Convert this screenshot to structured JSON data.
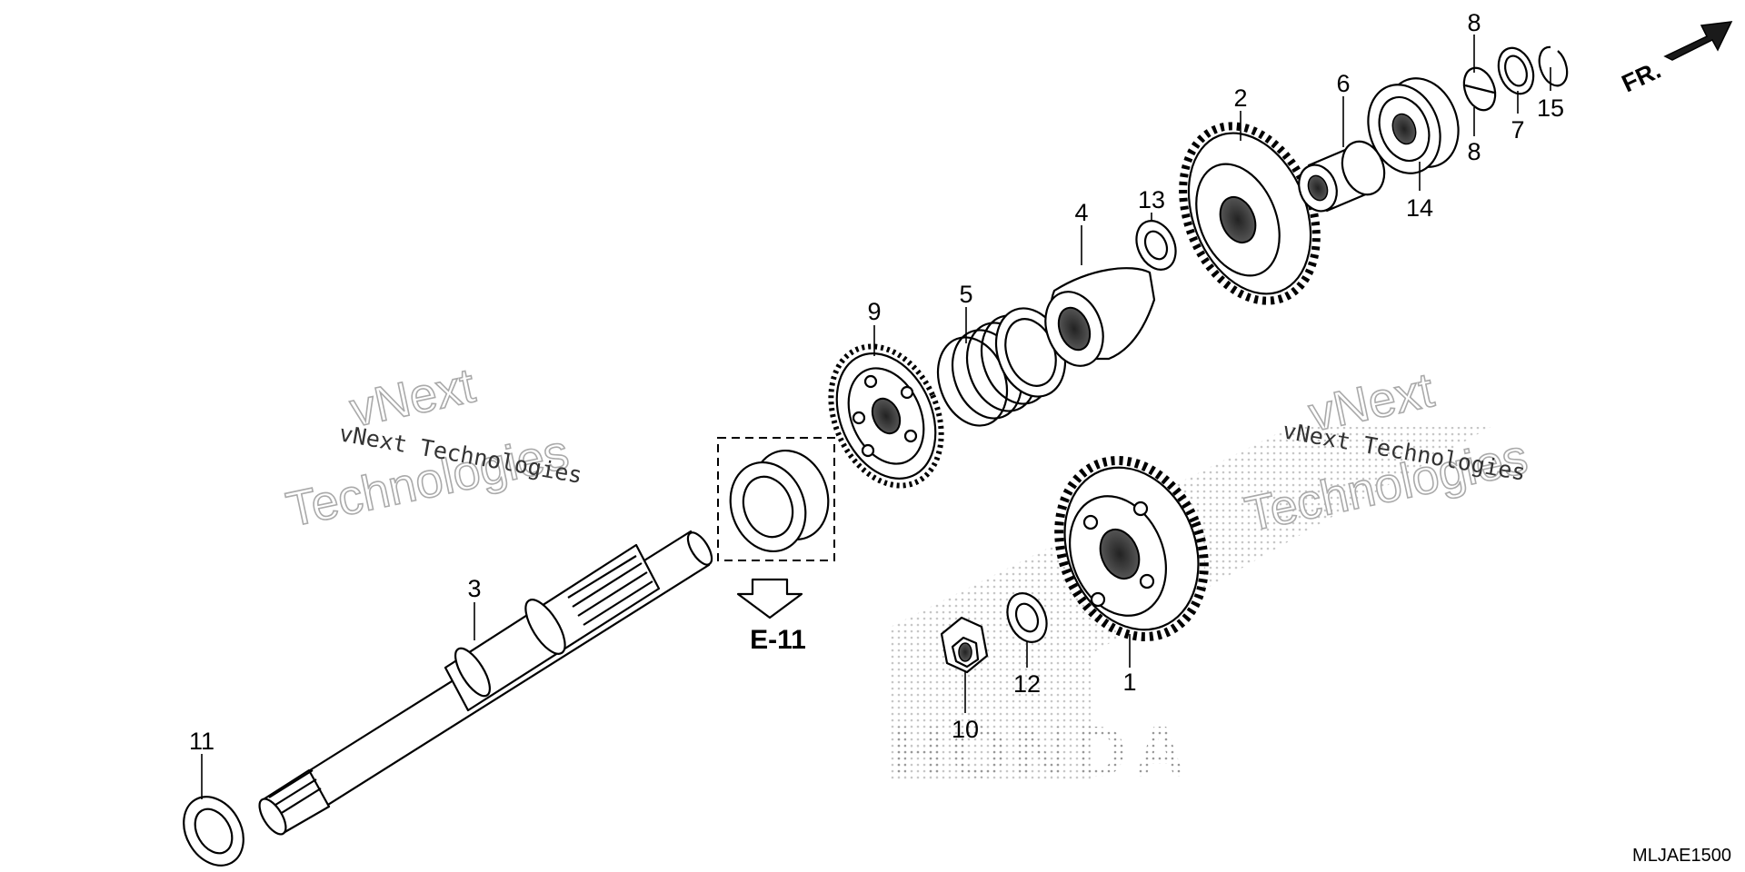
{
  "diagram": {
    "code": "MLJAE1500",
    "front_marker": "FR.",
    "reference": {
      "label": "E-11"
    },
    "callouts": [
      {
        "id": "c1",
        "label": "1"
      },
      {
        "id": "c2",
        "label": "2"
      },
      {
        "id": "c3",
        "label": "3"
      },
      {
        "id": "c4",
        "label": "4"
      },
      {
        "id": "c5",
        "label": "5"
      },
      {
        "id": "c6",
        "label": "6"
      },
      {
        "id": "c7",
        "label": "7"
      },
      {
        "id": "c8a",
        "label": "8"
      },
      {
        "id": "c8b",
        "label": "8"
      },
      {
        "id": "c9",
        "label": "9"
      },
      {
        "id": "c10",
        "label": "10"
      },
      {
        "id": "c11",
        "label": "11"
      },
      {
        "id": "c12",
        "label": "12"
      },
      {
        "id": "c13",
        "label": "13"
      },
      {
        "id": "c14",
        "label": "14"
      },
      {
        "id": "c15",
        "label": "15"
      }
    ]
  },
  "watermark": {
    "line_small": "vNext Technologies",
    "line_big_1": "vNext",
    "line_big_2": "Technologies",
    "brand": "HONDA"
  }
}
